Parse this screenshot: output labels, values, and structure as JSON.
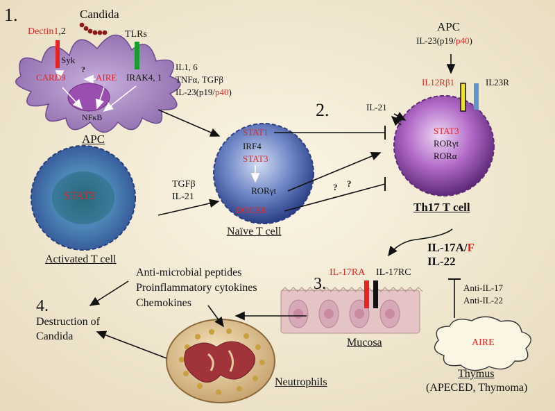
{
  "colors": {
    "red": "#e8231f",
    "green": "#1a9b2e",
    "yellow": "#f4e21a",
    "blue": "#5b97cf",
    "black": "#111111",
    "purple": "#7a4f9e",
    "cell_blue": "#4a6fb5"
  },
  "steps": {
    "one": "1.",
    "two": "2.",
    "three": "3.",
    "four": "4."
  },
  "apc": {
    "candida": "Candida",
    "dectin": "Dectin1",
    "dectin_suffix": ",2",
    "syk": "Syk",
    "tlrs": "TLRs",
    "card9": "CARD9",
    "question": "?",
    "aire": "AIRE",
    "irak": "IRAK4, 1",
    "nfkb": "NFκB",
    "label": "APC",
    "cyt1": "IL1, 6",
    "cyt2": "TNFα, TGFβ",
    "cyt3_pre": "IL-23(p19/",
    "cyt3_red": "p40",
    "cyt3_post": ")"
  },
  "apc_right": {
    "label": "APC",
    "il23_pre": "IL-23(p19/",
    "il23_red": "p40",
    "il23_post": ")"
  },
  "activated": {
    "stat3": "STAT3",
    "label": "Activated T cell",
    "tgfb": "TGFβ",
    "il21": "IL-21"
  },
  "naive": {
    "stat1": "STAT1",
    "irf4": "IRF4",
    "stat3": "STAT3",
    "rorgt": "RORγt",
    "dock8": "DOCK8",
    "label": "Naïve T cell",
    "q1": "?",
    "q2": "?"
  },
  "th17": {
    "il21": "IL-21",
    "il12rb1": "IL12Rβ1",
    "il23r": "IL23R",
    "stat3": "STAT3",
    "rorgt": "RORγt",
    "rora": "RORα",
    "label": "Th17 T cell"
  },
  "cytokines": {
    "il17a_pre": "IL-17A/",
    "il17a_red": "F",
    "il22": "IL-22"
  },
  "mucosa": {
    "il17ra": "IL-17RA",
    "il17rc": "IL-17RC",
    "label": "Mucosa"
  },
  "effectors": {
    "amp": "Anti-microbial peptides",
    "proinf": "Proinflammatory cytokines",
    "chemo": "Chemokines"
  },
  "destruction": {
    "line1": "Destruction of",
    "line2": "Candida"
  },
  "neutrophils": {
    "label": "Neutrophils"
  },
  "thymus": {
    "anti17": "Anti-IL-17",
    "anti22": "Anti-IL-22",
    "aire": "AIRE",
    "label": "Thymus",
    "sub": "(APECED, Thymoma)"
  }
}
